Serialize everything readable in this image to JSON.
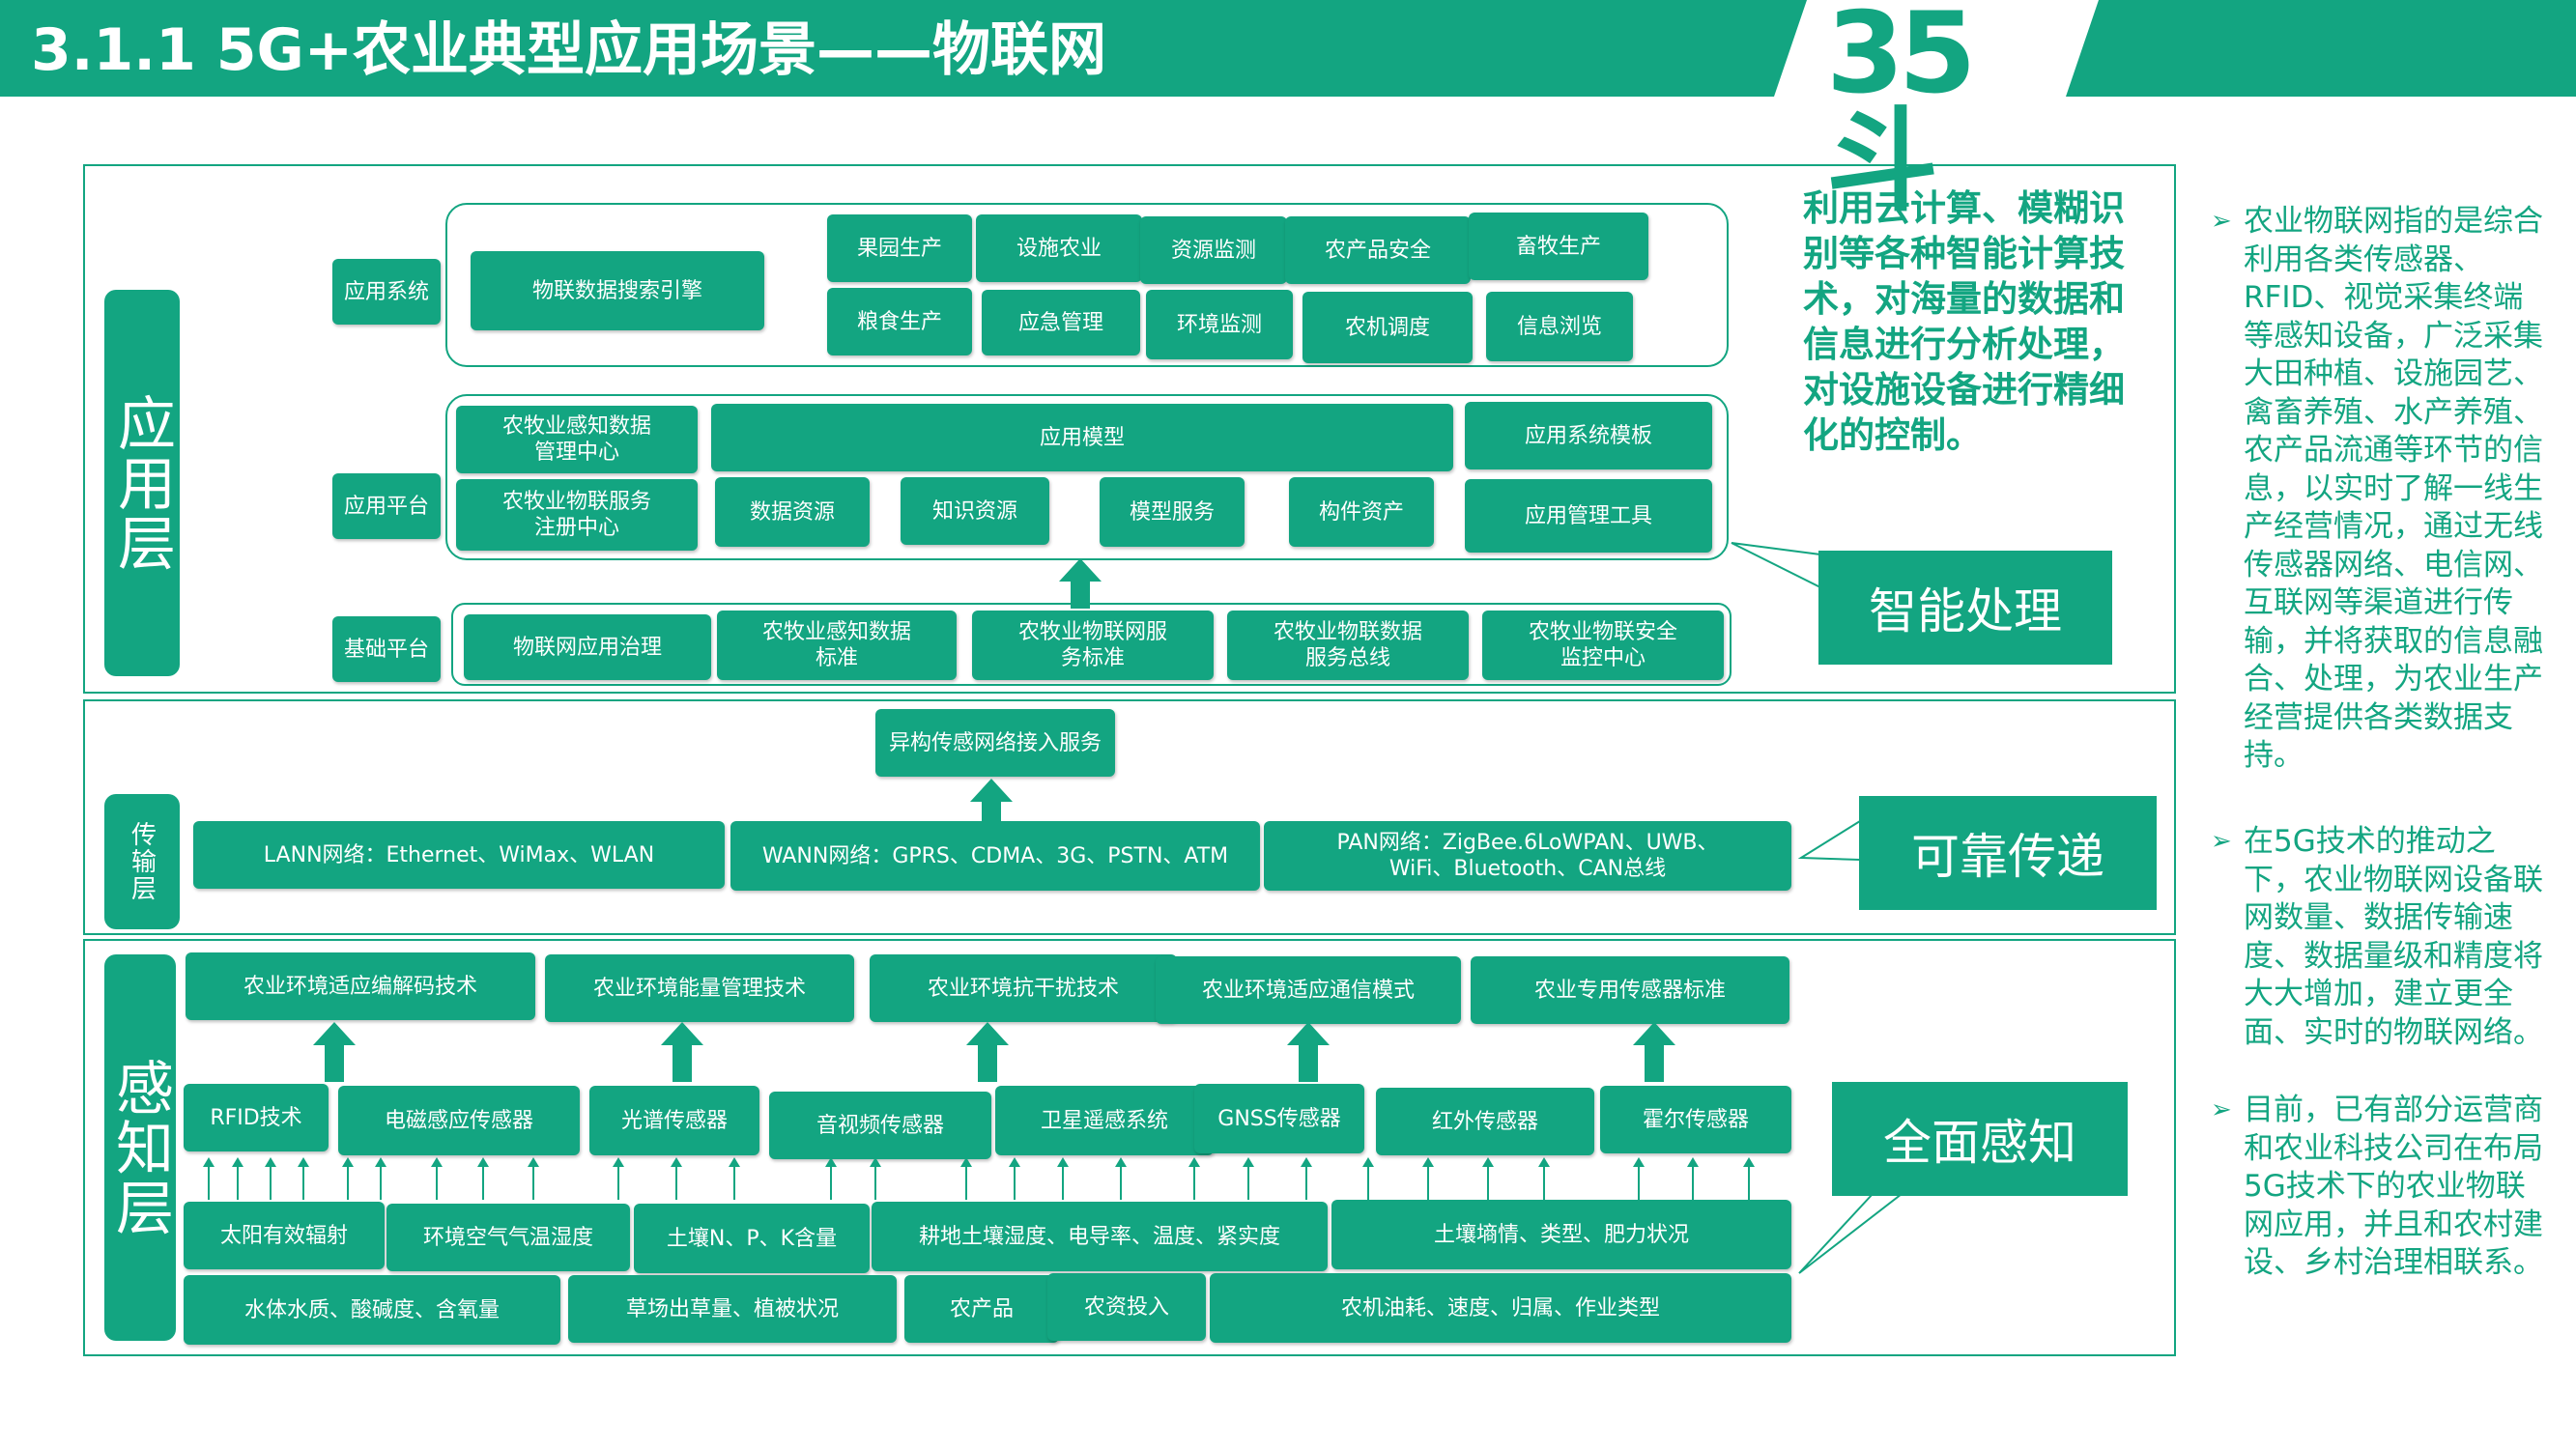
{
  "header": {
    "title": "3.1.1 5G+农业典型应用场景——物联网",
    "logo": "35斗"
  },
  "layers": {
    "app": "应用层",
    "trans": "传输层",
    "sense": "感知层"
  },
  "rows": {
    "app_system": "应用系统",
    "app_platform": "应用平台",
    "base_platform": "基础平台"
  },
  "app_system": {
    "engine": "物联数据搜索引擎",
    "items": [
      "果园生产",
      "设施农业",
      "资源监测",
      "农产品安全",
      "畜牧生产",
      "粮食生产",
      "应急管理",
      "环境监测",
      "农机调度",
      "信息浏览"
    ]
  },
  "app_platform": {
    "left_top": "农牧业感知数据\n管理中心",
    "left_bottom": "农牧业物联服务\n注册中心",
    "model": "应用模型",
    "resources": [
      "数据资源",
      "知识资源",
      "模型服务",
      "构件资产"
    ],
    "template": "应用系统模板",
    "tools": "应用管理工具"
  },
  "base_platform": {
    "items": [
      "物联网应用治理",
      "农牧业感知数据\n标准",
      "农牧业物联网服\n务标准",
      "农牧业物联数据\n服务总线",
      "农牧业物联安全\n监控中心"
    ]
  },
  "transport": {
    "access": "异构传感网络接入服务",
    "lan": "LANN网络：Ethernet、WiMax、WLAN",
    "wan": "WANN网络：GPRS、CDMA、3G、PSTN、ATM",
    "pan": "PAN网络：ZigBee.6LoWPAN、UWB、\nWiFi、Bluetooth、CAN总线"
  },
  "sense": {
    "tech": [
      "农业环境适应编解码技术",
      "农业环境能量管理技术",
      "农业环境抗干扰技术",
      "农业环境适应通信模式",
      "农业专用传感器标准"
    ],
    "sensors": [
      "RFID技术",
      "电磁感应传感器",
      "光谱传感器",
      "音视频传感器",
      "卫星遥感系统",
      "GNSS传感器",
      "红外传感器",
      "霍尔传感器"
    ],
    "data_row1": [
      "太阳有效辐射",
      "环境空气气温湿度",
      "土壤N、P、K含量",
      "耕地土壤湿度、电导率、温度、紧实度",
      "土壤墒情、类型、肥力状况"
    ],
    "data_row2": [
      "水体水质、酸碱度、含氧量",
      "草场出草量、植被状况",
      "农产品",
      "农资投入",
      "农机油耗、速度、归属、作业类型"
    ]
  },
  "callouts": {
    "smart": "智能处理",
    "reliable": "可靠传递",
    "full": "全面感知"
  },
  "description": "利用云计算、模糊识别等各种智能计算技术，对海量的数据和信息进行分析处理，对设施设备进行精细化的控制。",
  "bullets": [
    "农业物联网指的是综合利用各类传感器、RFID、视觉采集终端等感知设备，广泛采集大田种植、设施园艺、禽畜养殖、水产养殖、农产品流通等环节的信息，以实时了解一线生产经营情况，通过无线传感器网络、电信网、互联网等渠道进行传输，并将获取的信息融合、处理，为农业生产经营提供各类数据支持。",
    "在5G技术的推动之下，农业物联网设备联网数量、数据传输速度、数据量级和精度将大大增加，建立更全面、实时的物联网络。",
    "目前，已有部分运营商和农业科技公司在布局5G技术下的农业物联网应用，并且和农村建设、乡村治理相联系。"
  ],
  "colors": {
    "accent": "#13a581"
  }
}
